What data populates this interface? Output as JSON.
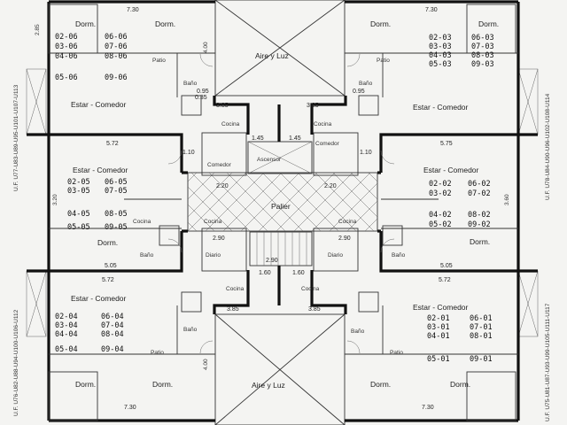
{
  "apartments": {
    "tl": {
      "dorm": "Dorm.",
      "dim_top": "7.30",
      "dim_left": "2.85",
      "units_a": [
        [
          "02-06",
          "06-06"
        ],
        [
          "03-06",
          "07-06"
        ],
        [
          "04-06",
          "08-06"
        ]
      ],
      "units_b": [
        "05-06",
        "09-06"
      ],
      "estar": "Estar - Comedor",
      "patio": "Patio",
      "bano": "Baño"
    },
    "tr": {
      "dorm": "Dorm.",
      "dim_top": "7.30",
      "units": [
        [
          "02-03",
          "06-03"
        ],
        [
          "03-03",
          "07-03"
        ],
        [
          "04-03",
          "08-03"
        ],
        [
          "05-03",
          "09-03"
        ]
      ],
      "estar": "Estar - Comedor",
      "patio": "Patio",
      "bano": "Baño"
    },
    "ml": {
      "estar": "Estar - Comedor",
      "dim_top": "5.72",
      "dim_bottom": "5.05",
      "units": [
        [
          "02-05",
          "06-05"
        ],
        [
          "03-05",
          "07-05"
        ],
        [
          "04-05",
          "08-05"
        ],
        [
          "05-05",
          "09-05"
        ]
      ],
      "dorm": "Dorm.",
      "cocina": "Cocina",
      "bano": "Baño"
    },
    "mr": {
      "estar": "Estar - Comedor",
      "dim_top": "5.75",
      "dim_bottom": "5.05",
      "units": [
        [
          "02-02",
          "06-02"
        ],
        [
          "03-02",
          "07-02"
        ],
        [
          "04-02",
          "08-02"
        ],
        [
          "05-02",
          "09-02"
        ]
      ],
      "dorm": "Dorm.",
      "bano": "Baño"
    },
    "bl": {
      "estar": "Estar - Comedor",
      "dim_top": "5.72",
      "dim_bottom": "7.30",
      "units_a": [
        [
          "02-04",
          "06-04"
        ],
        [
          "03-04",
          "07-04"
        ],
        [
          "04-04",
          "08-04"
        ]
      ],
      "units_b": [
        "05-04",
        "09-04"
      ],
      "dorm": "Dorm.",
      "patio": "Patio",
      "bano": "Baño",
      "cocina": "Cocina"
    },
    "br": {
      "estar": "Estar - Comedor",
      "dim_top": "5.72",
      "dim_bottom": "7.30",
      "units_a": [
        [
          "02-01",
          "06-01"
        ],
        [
          "03-01",
          "07-01"
        ],
        [
          "04-01",
          "08-01"
        ]
      ],
      "units_b": [
        "05-01",
        "09-01"
      ],
      "dorm": "Dorm.",
      "patio": "Patio",
      "bano": "Baño",
      "cocina": "Cocina"
    }
  },
  "core": {
    "ascensor": "Ascensor",
    "palier": "Palier",
    "cocina_labels": [
      "Cocina",
      "Cocina",
      "Cocina",
      "Cocina"
    ],
    "comedor": "Comedor",
    "diario": "Diario",
    "dims": [
      "1.45",
      "1.45",
      "2.90",
      "2.90",
      "2.20",
      "2.20",
      "1.60",
      "1.60",
      "2.90"
    ]
  },
  "voids": {
    "top": "Aire y Luz",
    "bottom": "Aire y Luz"
  },
  "dims_misc": [
    "3.85",
    "3.85",
    "3.85",
    "3.85",
    "4.00",
    "4.00",
    "0.95",
    "0.95",
    "1.10",
    "1.10",
    "3.20",
    "3.60",
    "0.35"
  ],
  "side_labels": {
    "left": "U.F. U77-U83-U89-U95-U101-U107-U113",
    "right_top": "U.F. U78-U84-U90-U96-U102-U108-U114",
    "right_bottom": "U.F. U75-U81-U87-U93-U99-U105-U111-U117",
    "left_bottom": "U.F. U76-U82-U88-U94-U100-U106-U112"
  }
}
